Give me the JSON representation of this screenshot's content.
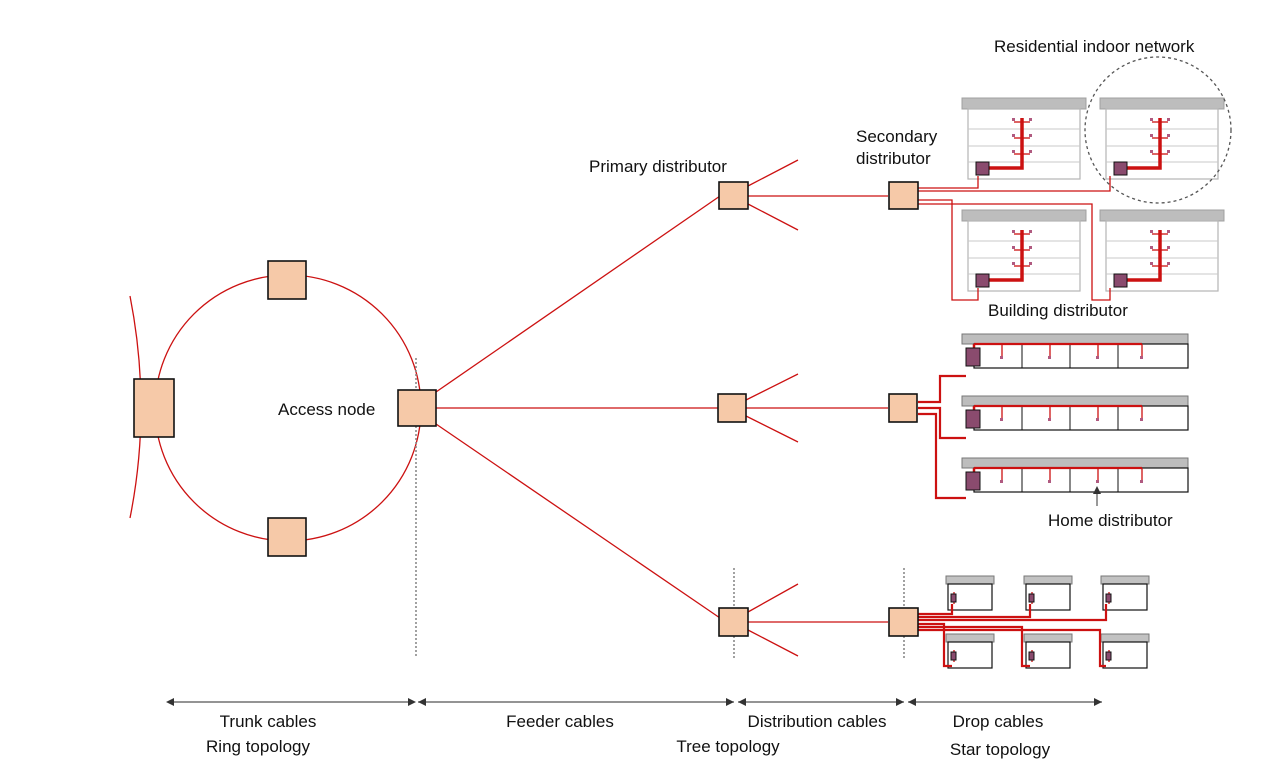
{
  "labels": {
    "residential_indoor_network": "Residential indoor network",
    "secondary_distributor_line1": "Secondary",
    "secondary_distributor_line2": "distributor",
    "primary_distributor": "Primary distributor",
    "access_node": "Access node",
    "building_distributor": "Building distributor",
    "home_distributor": "Home distributor"
  },
  "segments": {
    "trunk": {
      "cables": "Trunk cables",
      "topology": "Ring topology"
    },
    "feeder": {
      "cables": "Feeder cables"
    },
    "distribution": {
      "cables": "Distribution cables",
      "topology": "Tree topology"
    },
    "drop": {
      "cables": "Drop cables",
      "topology": "Star topology"
    }
  },
  "colors": {
    "cable": "#cc1111",
    "node_fill": "#f6c9a8",
    "distributor_fill": "#8a4b6e"
  }
}
